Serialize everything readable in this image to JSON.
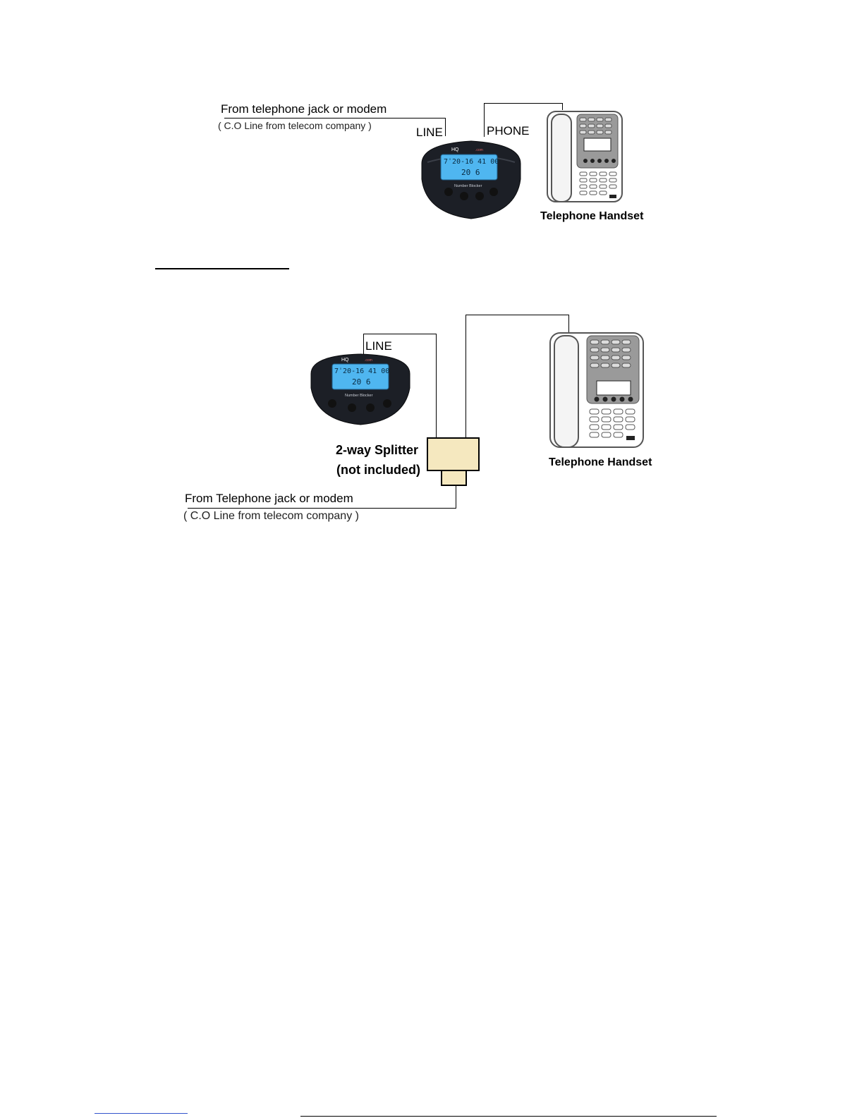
{
  "diagram1": {
    "source_label": "From telephone jack or modem",
    "source_sub": "( C.O Line from telecom company      )",
    "line_port": "LINE",
    "phone_port": "PHONE",
    "device_brand": "HQ",
    "device_brand_suffix": ".com",
    "device_lcd_top": "7ˈ20-16 41 00",
    "device_lcd_bottom": "20 6",
    "device_model": "Number Blocker",
    "handset_label": "Telephone Handset"
  },
  "diagram2": {
    "line_port": "LINE",
    "device_brand": "HQ",
    "device_brand_suffix": ".com",
    "device_lcd_top": "7ˈ20-16 41 00",
    "device_lcd_bottom": "20 6",
    "device_model": "Number Blocker",
    "splitter_line1": "2-way Splitter",
    "splitter_line2": "(not included)",
    "source_label": "From Telephone jack or modem",
    "source_sub": "( C.O Line from telecom company      )",
    "handset_label": "Telephone Handset"
  },
  "colors": {
    "lcd": "#4fb6f0",
    "device_body": "#1c1f26",
    "splitter_fill": "#f5e8bf",
    "wire": "#000000"
  }
}
